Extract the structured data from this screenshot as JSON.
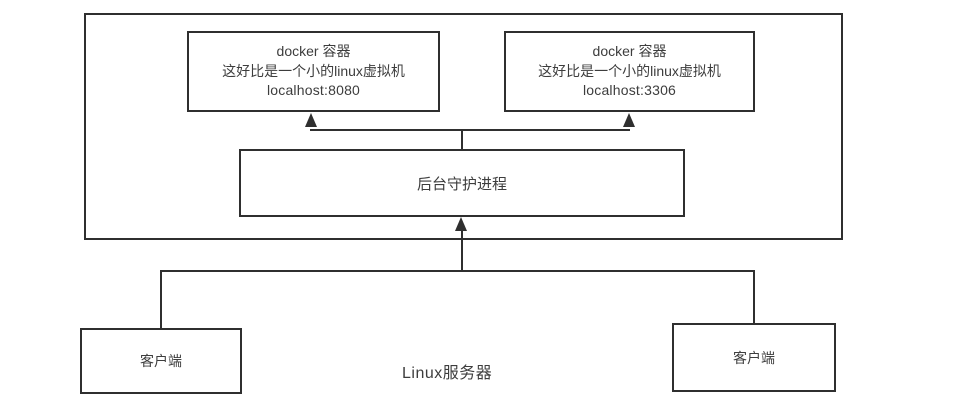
{
  "diagram": {
    "server_label": "Linux服务器",
    "containers": [
      {
        "title": "docker 容器",
        "description": "这好比是一个小的linux虚拟机",
        "address": "localhost:8080"
      },
      {
        "title": "docker 容器",
        "description": "这好比是一个小的linux虚拟机",
        "address": "localhost:3306"
      }
    ],
    "daemon": {
      "label": "后台守护进程"
    },
    "clients": [
      {
        "label": "客户端"
      },
      {
        "label": "客户端"
      }
    ],
    "colors": {
      "line": "#2f2f2f",
      "text": "#3d3d3d",
      "background": "#ffffff"
    }
  }
}
